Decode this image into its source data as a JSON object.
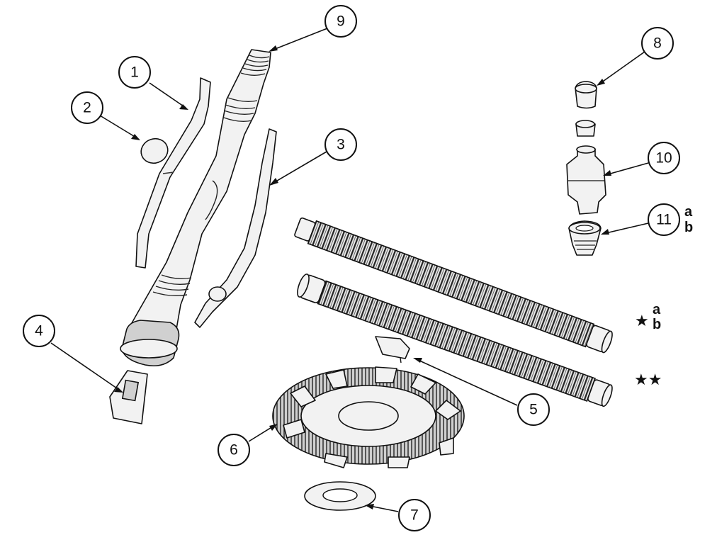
{
  "callouts": [
    {
      "id": "1",
      "label": "1"
    },
    {
      "id": "2",
      "label": "2"
    },
    {
      "id": "3",
      "label": "3"
    },
    {
      "id": "4",
      "label": "4"
    },
    {
      "id": "5",
      "label": "5"
    },
    {
      "id": "6",
      "label": "6"
    },
    {
      "id": "7",
      "label": "7"
    },
    {
      "id": "8",
      "label": "8"
    },
    {
      "id": "9",
      "label": "9"
    },
    {
      "id": "10",
      "label": "10"
    },
    {
      "id": "11",
      "label": "11"
    }
  ],
  "suffixes": {
    "part11_a": "a",
    "part11_b": "b",
    "hose_a": "a",
    "hose_b": "b"
  },
  "marks": {
    "single_star": "★",
    "double_star": "★★"
  }
}
